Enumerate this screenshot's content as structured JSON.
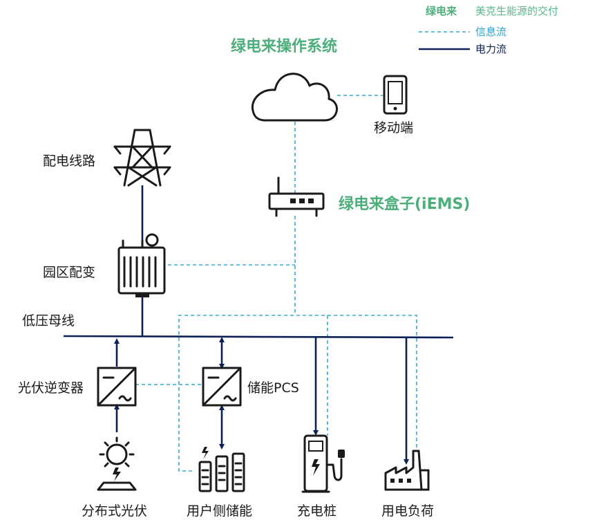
{
  "legend": {
    "brand": "绿电来",
    "tagline": "美克生能源的交付",
    "info_flow": "信息流",
    "power_flow": "电力流"
  },
  "colors": {
    "brand_green": "#4cae7a",
    "info_flow_blue": "#35a9d4",
    "power_flow_navy": "#0b2155"
  },
  "nodes": {
    "os_title": "绿电来操作系统",
    "mobile": "移动端",
    "ems_box": "绿电来盒子(iEMS)",
    "distribution_line": "配电线路",
    "park_transformer": "园区配变",
    "lv_bus": "低压母线",
    "pv_inverter": "光伏逆变器",
    "storage_pcs": "储能PCS",
    "distributed_pv": "分布式光伏",
    "user_storage": "用户侧储能",
    "charging_pile": "充电桩",
    "power_load": "用电负荷"
  },
  "icons": [
    "cloud-icon",
    "smartphone-icon",
    "router-icon",
    "transmission-tower-icon",
    "transformer-icon",
    "inverter-icon",
    "pcs-icon",
    "solar-panel-icon",
    "battery-icon",
    "ev-charger-icon",
    "factory-icon"
  ]
}
